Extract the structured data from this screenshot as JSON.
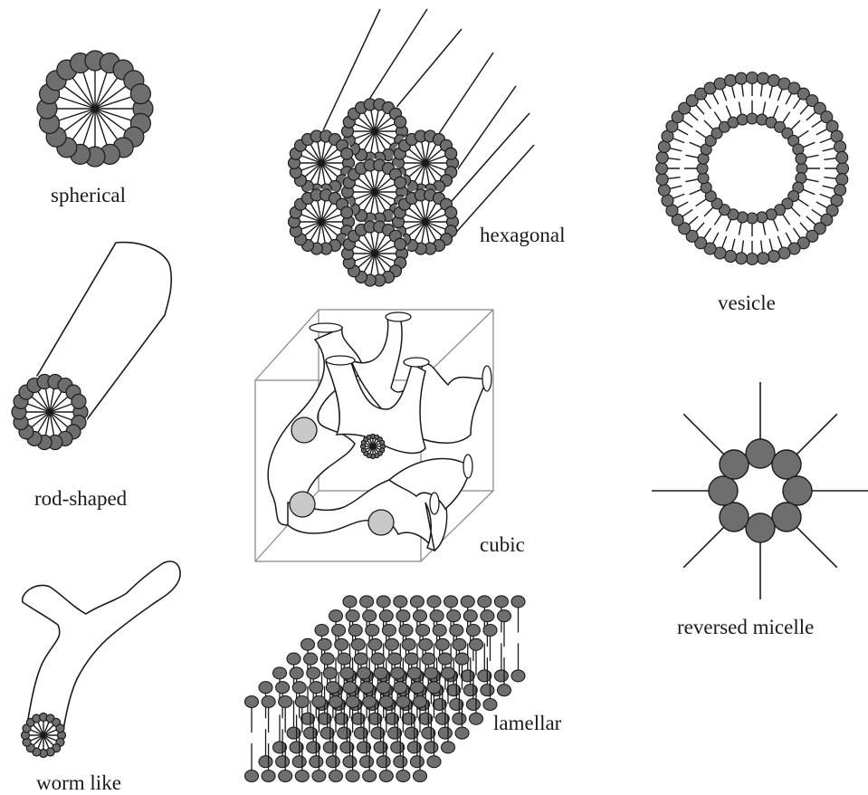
{
  "labels": {
    "spherical": "spherical",
    "hexagonal": "hexagonal",
    "vesicle": "vesicle",
    "rod_shaped": "rod-shaped",
    "cubic": "cubic",
    "reversed_micelle": "reversed micelle",
    "worm_like": "worm like",
    "lamellar": "lamellar"
  },
  "colors": {
    "head_fill": "#6e6e6e",
    "light_head_fill": "#c8c8c8",
    "stroke": "#1a1a1a",
    "box_stroke": "#8c8c8c",
    "background": "#ffffff"
  }
}
